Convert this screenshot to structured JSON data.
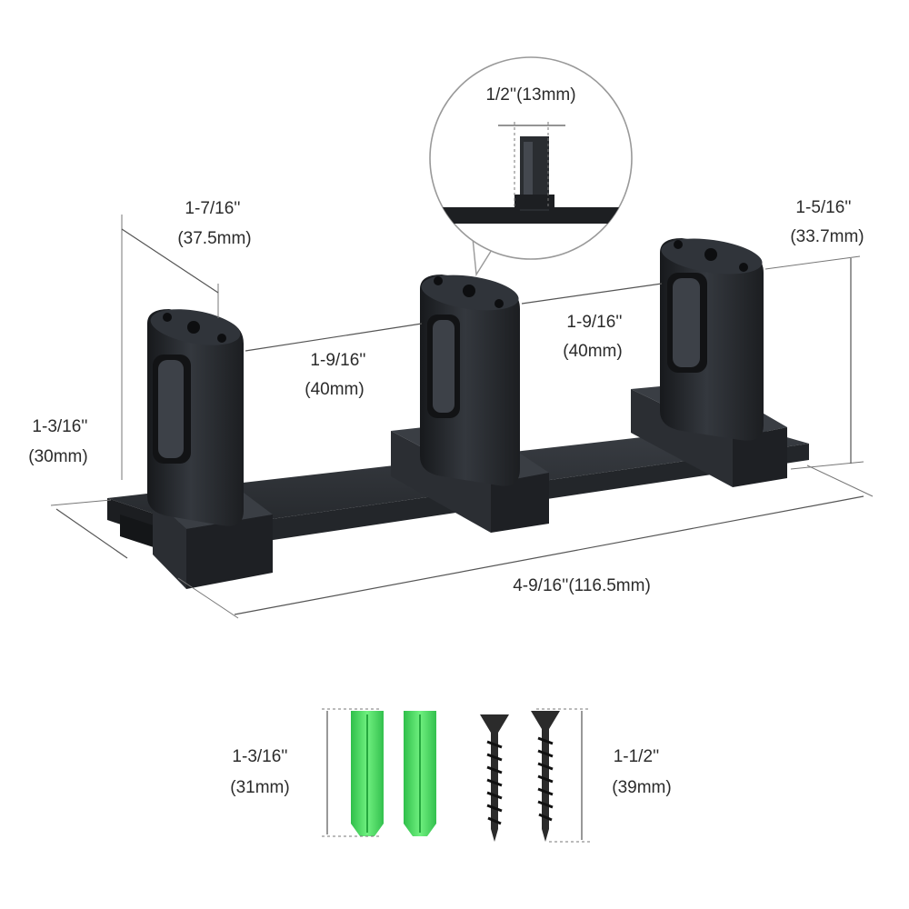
{
  "dimensions": {
    "depth_in": "1-7/16''",
    "depth_mm": "(37.5mm)",
    "inset_width": "1/2''(13mm)",
    "height_right_in": "1-5/16''",
    "height_right_mm": "(33.7mm)",
    "spacing_left_in": "1-9/16''",
    "spacing_left_mm": "(40mm)",
    "spacing_right_in": "1-9/16''",
    "spacing_right_mm": "(40mm)",
    "height_left_in": "1-3/16''",
    "height_left_mm": "(30mm)",
    "length": "4-9/16''(116.5mm)",
    "anchor_in": "1-3/16''",
    "anchor_mm": "(31mm)",
    "screw_in": "1-1/2''",
    "screw_mm": "(39mm)"
  },
  "colors": {
    "product": "#2a2d31",
    "product_light": "#3c4046",
    "product_dark": "#16181b",
    "anchor": "#4cd964",
    "screw": "#2b2b2b",
    "background": "#ffffff"
  }
}
